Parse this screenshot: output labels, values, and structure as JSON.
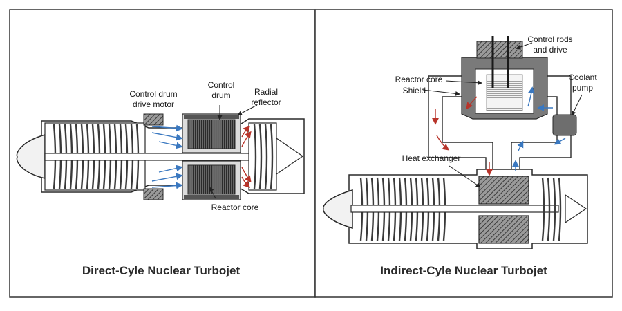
{
  "panels": [
    {
      "caption": "Direct-Cyle Nuclear Turbojet",
      "labels": {
        "drive_motor_1": "Control drum",
        "drive_motor_2": "drive motor",
        "drum_1": "Control",
        "drum_2": "drum",
        "reflector_1": "Radial",
        "reflector_2": "reflector",
        "core": "Reactor core"
      }
    },
    {
      "caption": "Indirect-Cyle Nuclear Turbojet",
      "labels": {
        "rods_1": "Control rods",
        "rods_2": "and drive",
        "core": "Reactor core",
        "shield": "Shield",
        "pump_1": "Coolant",
        "pump_2": "pump",
        "exchanger": "Heat exchanger"
      }
    }
  ],
  "colors": {
    "outline": "#2a2a2a",
    "hot_flow": "#b8342a",
    "cool_flow": "#3a78c0",
    "shield": "#7a7a7a",
    "hatch": "#555555",
    "panel_border": "#333333"
  }
}
